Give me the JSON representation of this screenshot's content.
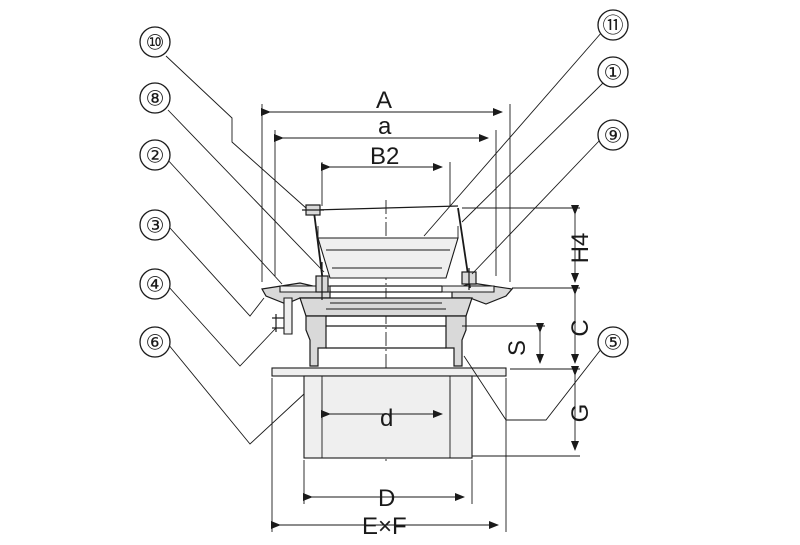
{
  "dimensions": {
    "A": "A",
    "a": "a",
    "B2": "B2",
    "H4": "H4",
    "C": "C",
    "S": "S",
    "G": "G",
    "d": "d",
    "D": "D",
    "ExF": "E×F"
  },
  "callouts": [
    {
      "id": "10",
      "label": "⑩"
    },
    {
      "id": "8",
      "label": "⑧"
    },
    {
      "id": "2",
      "label": "②"
    },
    {
      "id": "3",
      "label": "③"
    },
    {
      "id": "4",
      "label": "④"
    },
    {
      "id": "6",
      "label": "⑥"
    },
    {
      "id": "11",
      "label": "⑪"
    },
    {
      "id": "1",
      "label": "①"
    },
    {
      "id": "9",
      "label": "⑨"
    },
    {
      "id": "5",
      "label": "⑤"
    }
  ]
}
